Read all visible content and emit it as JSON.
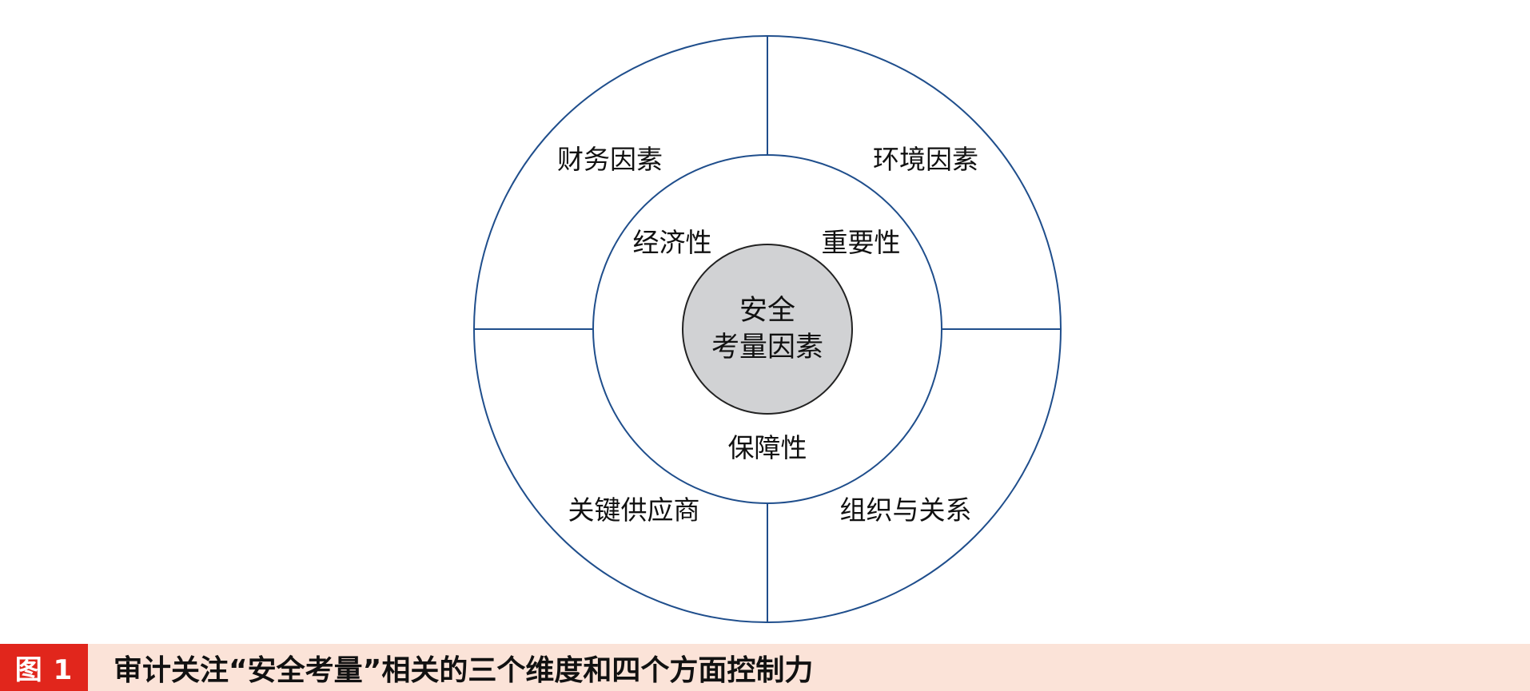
{
  "diagram": {
    "center": {
      "line1": "安全",
      "line2": "考量因素",
      "fill": "#d1d2d4"
    },
    "inner_ring": {
      "labels": [
        "经济性",
        "重要性",
        "保障性"
      ]
    },
    "outer_ring": {
      "quadrants": [
        "财务因素",
        "环境因素",
        "关键供应商",
        "组织与关系"
      ]
    },
    "colors": {
      "ring_stroke": "#1f4e8c",
      "center_stroke": "#222222"
    }
  },
  "caption": {
    "tag": "图 1",
    "text": "审计关注“安全考量”相关的三个维度和四个方面控制力",
    "tag_color": "#e1261c",
    "bar_color": "#fbe3d8"
  }
}
